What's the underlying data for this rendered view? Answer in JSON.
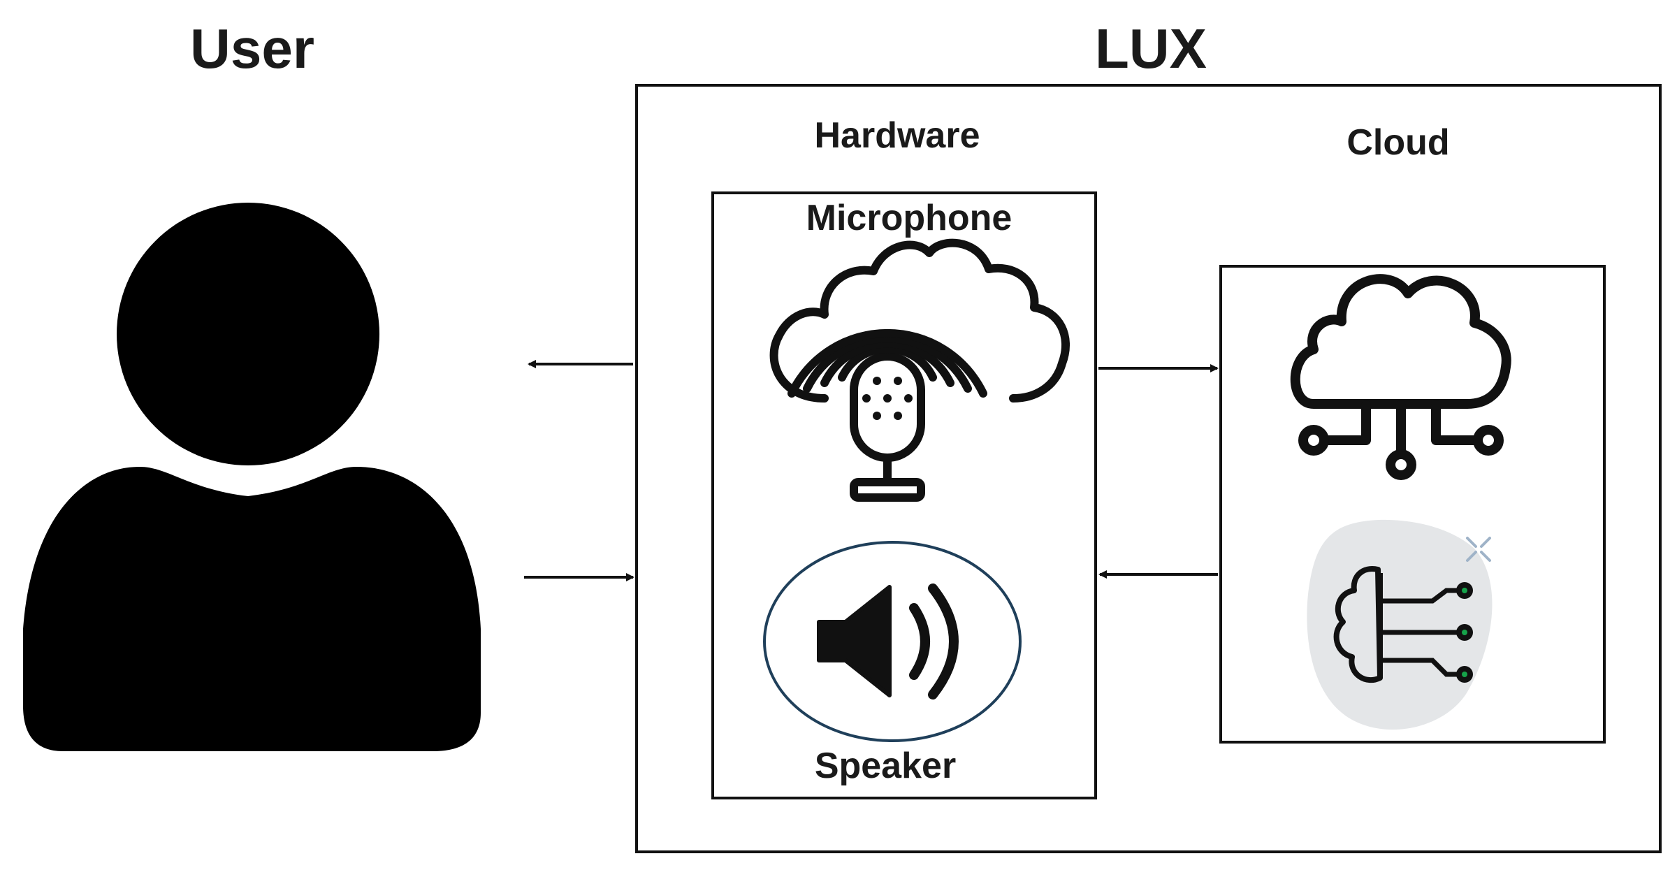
{
  "titles": {
    "user": "User",
    "lux": "LUX"
  },
  "lux_system": {
    "hardware_label": "Hardware",
    "cloud_label": "Cloud",
    "hardware_components": {
      "microphone_label": "Microphone",
      "speaker_label": "Speaker"
    }
  },
  "icons": {
    "user": "person-silhouette-icon",
    "microphone": "cloud-microphone-icon",
    "speaker": "speaker-volume-icon",
    "cloud": "cloud-network-icon",
    "ai": "brain-circuit-icon"
  },
  "connections": [
    {
      "from": "lux",
      "to": "user"
    },
    {
      "from": "user",
      "to": "lux"
    },
    {
      "from": "hardware",
      "to": "cloud"
    },
    {
      "from": "cloud",
      "to": "hardware"
    }
  ],
  "colors": {
    "line": "#111111",
    "speaker_ring": "#1f3f5a",
    "ai_blob": "#e4e6e8",
    "ai_node_accent": "#16a34a",
    "sparkle": "#9fb3c8"
  }
}
